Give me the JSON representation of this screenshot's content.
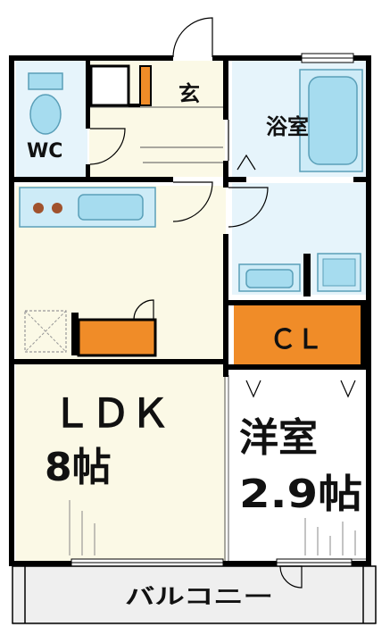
{
  "plan": {
    "rooms": {
      "entrance": {
        "label": "玄"
      },
      "bathroom": {
        "label": "浴室"
      },
      "toilet": {
        "label": "WC"
      },
      "ldk": {
        "label": "ＬＤＫ",
        "size": "8帖"
      },
      "closet": {
        "label": "ＣＬ"
      },
      "western_room": {
        "label": "洋室",
        "size": "2.9帖"
      },
      "balcony": {
        "label": "バルコニー"
      }
    },
    "colors": {
      "wall": "#000000",
      "ldk_floor": "#fbf9e6",
      "bathroom_floor": "#e6f4fb",
      "western_floor": "#ffffff",
      "balcony_floor": "#efefef",
      "accent_orange": "#f08c28",
      "fixture_blue": "#a6dcef",
      "stove_brown": "#a0522d",
      "fixture_outline": "#5a9fb8"
    }
  }
}
